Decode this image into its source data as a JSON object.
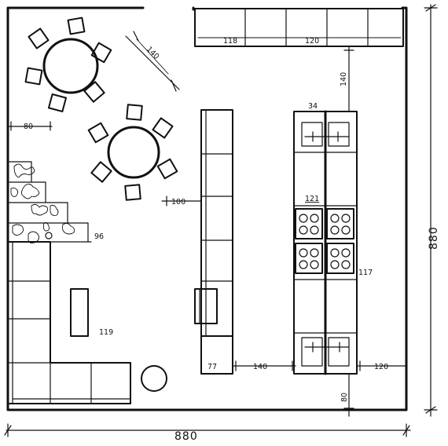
{
  "dimensions": {
    "overall_width": "880",
    "overall_depth": "880",
    "top_counter_a": "118",
    "top_counter_b": "120",
    "diag_clearance": "140",
    "top_gap": "140",
    "table_clearance": "80",
    "hood_top": "34",
    "stove_label": "121",
    "shelf_clearance": "100",
    "stair_width": "96",
    "stove_right": "117",
    "island_label": "119",
    "bottom_counter": "77",
    "bottom_gap": "140",
    "right_gap": "120",
    "bottom_clearance": "80"
  }
}
